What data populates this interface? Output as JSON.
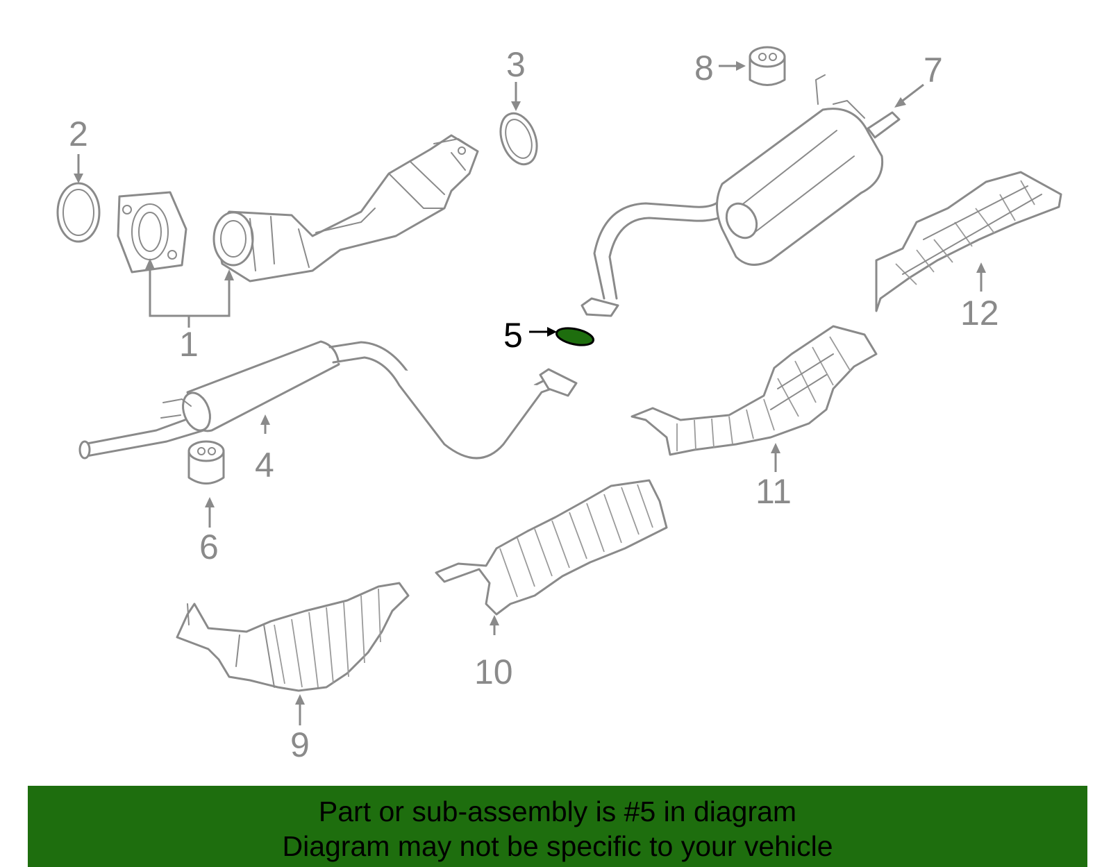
{
  "callouts": [
    "1",
    "2",
    "3",
    "4",
    "5",
    "6",
    "7",
    "8",
    "9",
    "10",
    "11",
    "12"
  ],
  "highlighted_part": "5",
  "highlight_color": "#1e6e0e",
  "banner": {
    "line1": "Part or sub-assembly is #5 in diagram",
    "line2": "Diagram may not be specific to your vehicle",
    "background": "#1e6e0e"
  }
}
